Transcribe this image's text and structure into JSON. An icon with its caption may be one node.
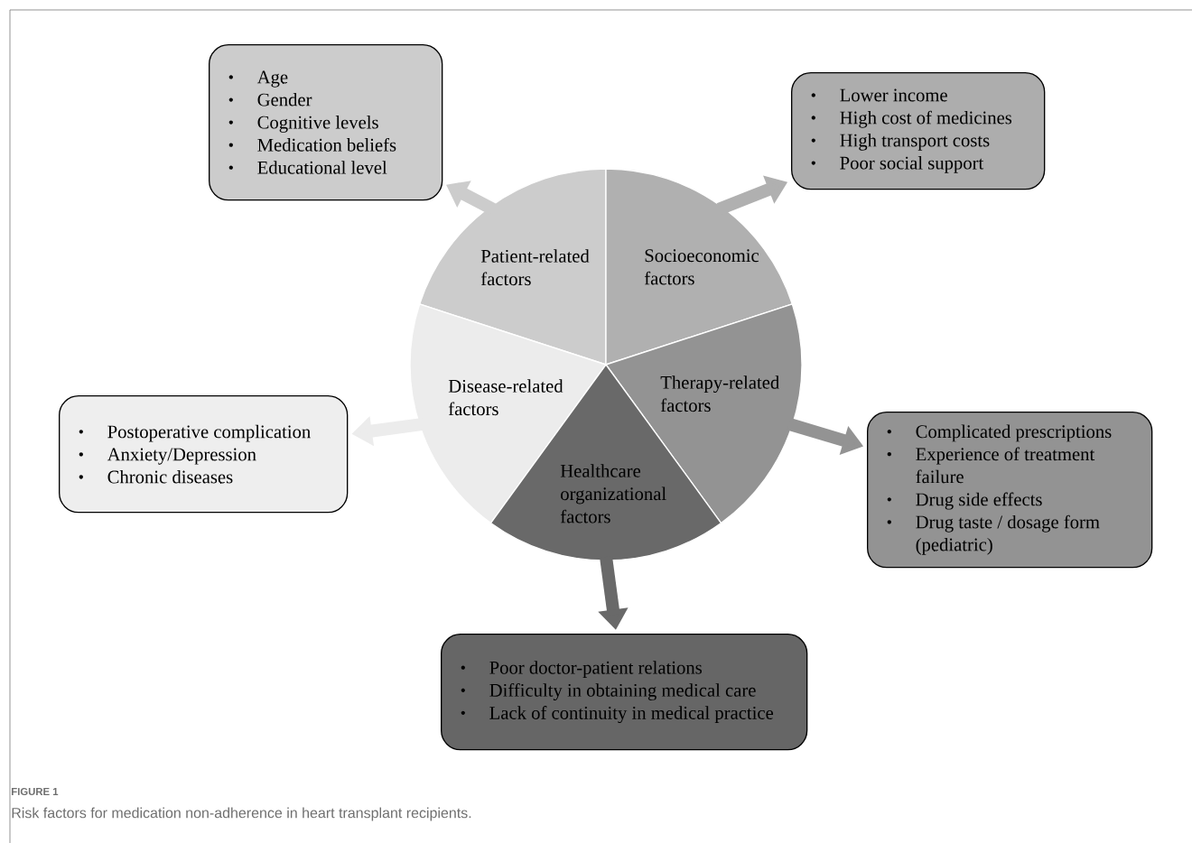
{
  "diagram": {
    "title": "FIGURE 1",
    "caption": "Risk factors for medication non-adherence in heart transplant recipients.",
    "nodes": [
      {
        "text": [
          "Patient-related factors"
        ]
      },
      {
        "text": [
          "Socioeconomic factors"
        ]
      },
      {
        "text": [
          "Disease-related factors"
        ]
      },
      {
        "text": [
          "Therapy-related factors"
        ]
      },
      {
        "text": [
          "Healthcare organizational factors"
        ]
      },
      {
        "text": [
          "Age",
          "Gender",
          "Cognitive levels",
          "Medication beliefs",
          "Educational level"
        ]
      },
      {
        "text": [
          "Lower income",
          "High cost of medicines",
          "High transport costs",
          "Poor social support"
        ]
      },
      {
        "text": [
          "Postoperative complication",
          "Anxiety/Depression",
          "Chronic diseases"
        ]
      },
      {
        "text": [
          "Complicated prescriptions",
          "Experience of treatment failure",
          "Drug side effects",
          "Drug taste / dosage form (pediatric)"
        ]
      },
      {
        "text": [
          "Poor doctor-patient relations",
          "Difficulty in obtaining medical care",
          "Lack of continuity in medical practice"
        ]
      }
    ],
    "edges": [
      {
        "from": 0,
        "to": 5,
        "arrow": "to",
        "color": "#cccccc"
      },
      {
        "from": 1,
        "to": 6,
        "arrow": "to",
        "color": "#b0b0b0"
      },
      {
        "from": 2,
        "to": 7,
        "arrow": "to",
        "color": "#ececec"
      },
      {
        "from": 3,
        "to": 8,
        "arrow": "to",
        "color": "#939393"
      },
      {
        "from": 4,
        "to": 9,
        "arrow": "to",
        "color": "#696969"
      }
    ]
  }
}
